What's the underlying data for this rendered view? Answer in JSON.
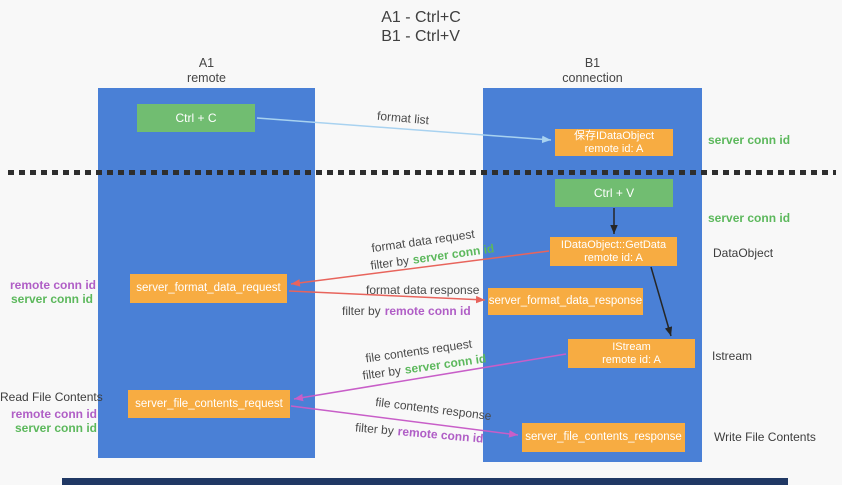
{
  "title": [
    "A1 - Ctrl+C",
    "B1 - Ctrl+V"
  ],
  "columns": {
    "a": {
      "id": "A1",
      "role": "remote"
    },
    "b": {
      "id": "B1",
      "role": "connection"
    }
  },
  "nodes": {
    "ctrl_c": "Ctrl + C",
    "ctrl_v": "Ctrl + V",
    "save_obj": {
      "l1": "保存IDataObject",
      "l2": "remote id: A"
    },
    "getdata": {
      "l1": "IDataObject::GetData",
      "l2": "remote id: A"
    },
    "istream": {
      "l1": "IStream",
      "l2": "remote id: A"
    },
    "fmt_req": "server_format_data_request",
    "fmt_res": "server_format_data_response",
    "file_req": "server_file_contents_request",
    "file_res": "server_file_contents_response"
  },
  "flows": {
    "format_list": "format list",
    "fmt_req_label": "format data request",
    "fmt_res_label": "format data response",
    "file_req_label": "file contents request",
    "file_res_label": "file contents response",
    "filter_by": "filter by",
    "server_conn_id": "server conn id",
    "remote_conn_id": "remote conn id"
  },
  "side": {
    "server_conn_id_top": "server conn id",
    "server_conn_id_mid": "server conn id",
    "dataobject": "DataObject",
    "istream": "Istream",
    "write_file": "Write File Contents",
    "read_file": "Read File Contents",
    "remote_conn_id": "remote conn id",
    "server_conn_id": "server conn id"
  },
  "colors": {
    "lifeline_blue": "#4a80d6",
    "node_green": "#71bd71",
    "node_orange": "#f7ac42",
    "id_green": "#5cb85c",
    "id_purple": "#b05ec6",
    "arrow_red": "#e8645c",
    "arrow_magenta": "#c85ec8",
    "arrow_lightblue": "#a8d2f0",
    "arrow_black": "#262626"
  }
}
